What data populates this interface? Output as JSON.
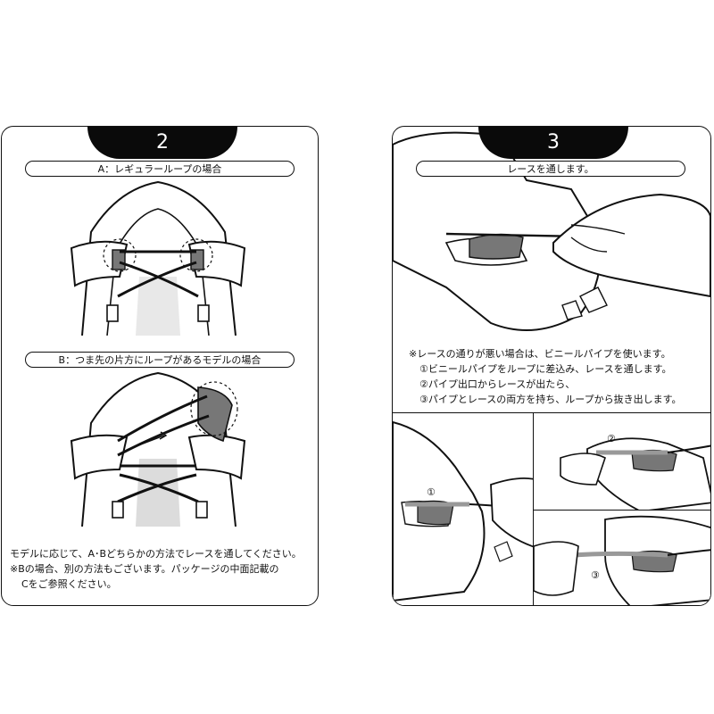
{
  "step2": {
    "number": "2",
    "label_a": "A：レギュラーループの場合",
    "label_b": "B：つま先の片方にループがあるモデルの場合",
    "notes": [
      "モデルに応じて、A･Bどちらかの方法でレースを通してください。",
      "※Bの場合、別の方法もございます。パッケージの中面記載の",
      "Cをご参照ください。"
    ]
  },
  "step3": {
    "number": "3",
    "label": "レースを通します。",
    "notes": [
      "※レースの通りが悪い場合は、ビニールパイプを使います。",
      "①ビニールパイプをループに差込み、レースを通します。",
      "②パイプ出口からレースが出たら、",
      "③パイプとレースの両方を持ち、ループから抜き出します。"
    ],
    "markers": [
      "①",
      "②",
      "③"
    ]
  },
  "colors": {
    "ink": "#111111",
    "loop_fill": "#777777",
    "tab_bg": "#0a0a0a",
    "sole_gray": "#d9d9d9"
  }
}
